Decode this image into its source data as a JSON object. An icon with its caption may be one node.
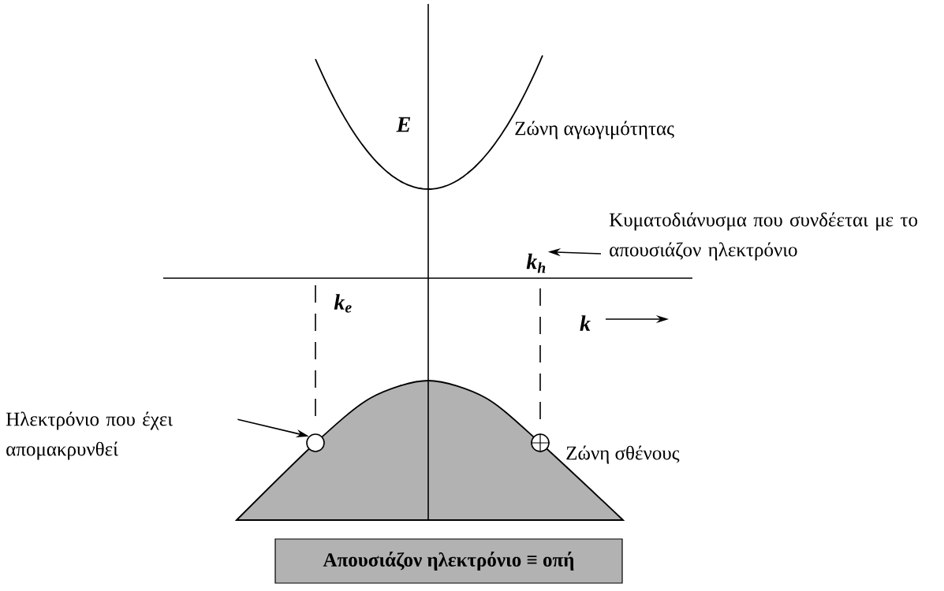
{
  "diagram": {
    "nodes": [
      {
        "text": [
          "Κυματοδιάνυσμα που συνδέεται με το απουσιάζον ηλεκτρόνιο"
        ]
      },
      {
        "text": [
          "k$_{h}$"
        ]
      },
      {
        "text": [
          "Ηλεκτρόνιο που έχει απομακρυνθεί"
        ]
      },
      {
        "text": [],
        "shape": "circle"
      },
      {
        "text": [],
        "shape": "circle"
      },
      {
        "text": [
          "Απουσιάζον ηλεκτρόνιο ≡ οπή"
        ]
      }
    ],
    "edges": [
      {
        "from": 0,
        "to": 1,
        "arrow": "to"
      },
      {
        "from": 2,
        "to": 3,
        "arrow": "to"
      }
    ],
    "labels": [
      "E",
      "Ζώνη αγωγιμότητας",
      "k$_{e}$",
      "k",
      "Ζώνη σθένους"
    ]
  }
}
